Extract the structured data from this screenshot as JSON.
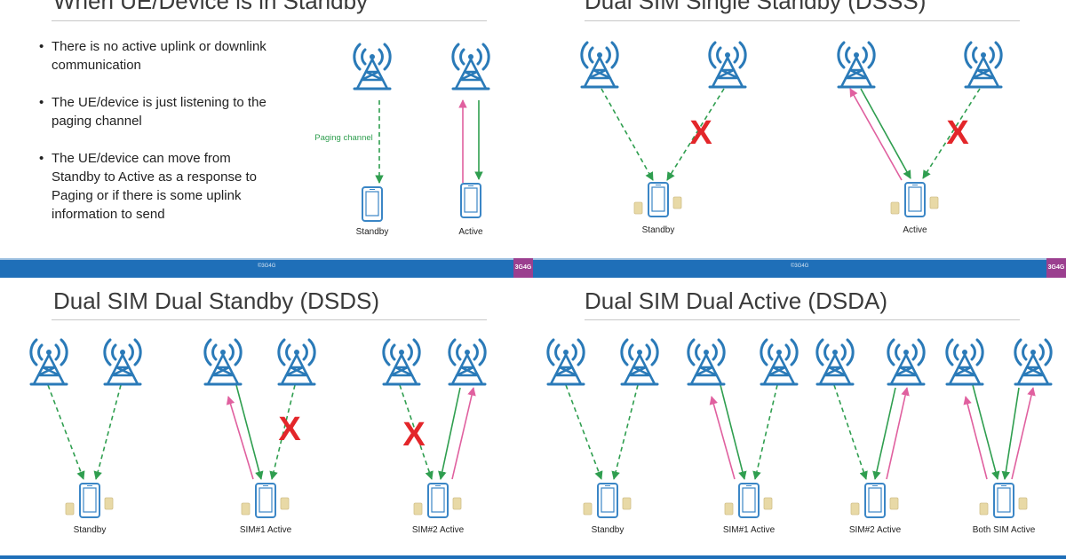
{
  "panels": {
    "standby": {
      "title": "When UE/Device is in Standby",
      "bullets": [
        "There is no active uplink or downlink communication",
        "The UE/device is just listening to the paging channel",
        "The UE/device can move from Standby to Active as a response to Paging or if there is some uplink information to send"
      ],
      "paging_label": "Paging channel",
      "labels": [
        "Standby",
        "Active"
      ]
    },
    "dsss": {
      "title": "Dual SIM Single Standby (DSSS)",
      "labels": [
        "Standby",
        "Active"
      ]
    },
    "dsds": {
      "title": "Dual SIM Dual Standby (DSDS)",
      "labels": [
        "Standby",
        "SIM#1 Active",
        "SIM#2 Active"
      ]
    },
    "dsda": {
      "title": "Dual SIM Dual Active (DSDA)",
      "labels": [
        "Standby",
        "SIM#1 Active",
        "SIM#2 Active",
        "Both SIM Active"
      ]
    }
  },
  "footer": {
    "copyright": "©3G4G",
    "logo_text": "3G4G"
  },
  "colors": {
    "tower": "#2a7ab8",
    "phone": "#3b86c6",
    "downlink": "#2f9e4f",
    "uplink": "#e0609f",
    "cross": "#e3262a",
    "band": "#1f6fb8",
    "sim": "#e8d9a6"
  },
  "cross_mark": "X"
}
